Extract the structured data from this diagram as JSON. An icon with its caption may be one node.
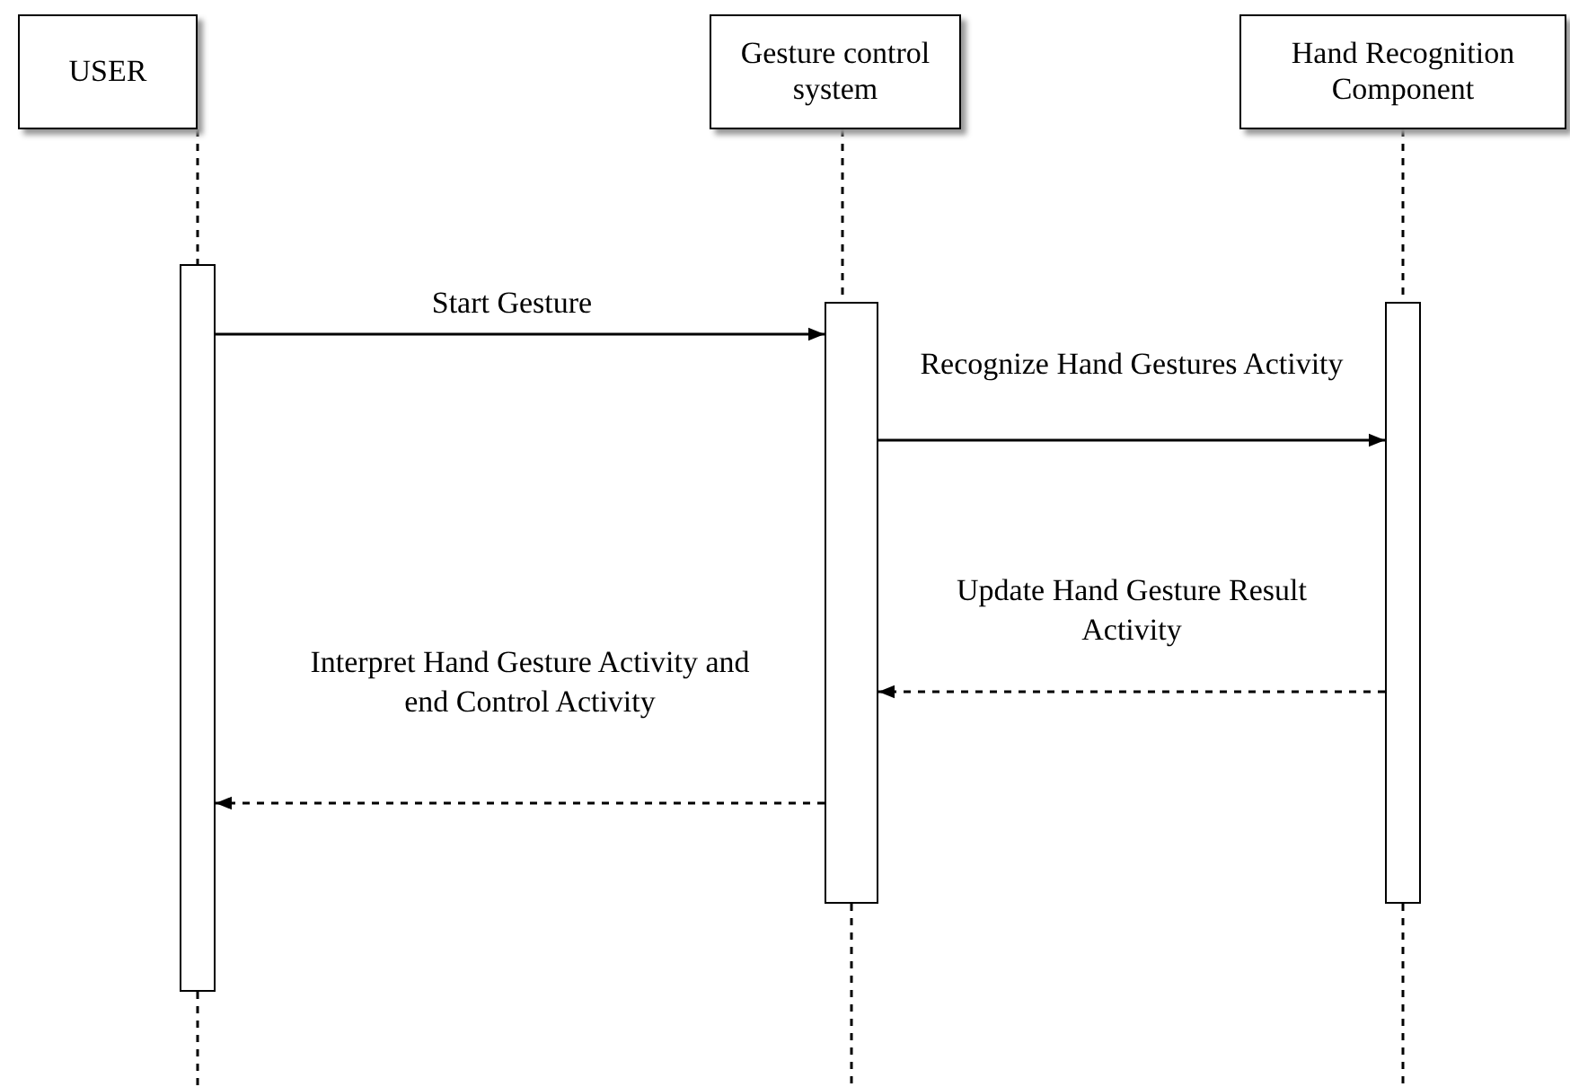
{
  "diagram": {
    "nodes": [
      {
        "text": [
          "USER"
        ]
      },
      {
        "text": [
          "Gesture control system"
        ]
      },
      {
        "text": [
          "Hand Recognition Component"
        ]
      },
      {
        "text": [],
        "shape": "bar"
      },
      {
        "text": [],
        "shape": "bar"
      },
      {
        "text": [],
        "shape": "bar"
      }
    ],
    "edges": [
      {
        "from": 0,
        "to": 3,
        "arrow": "none",
        "style": "dashed"
      },
      {
        "from": 1,
        "to": 4,
        "arrow": "none",
        "style": "dashed"
      },
      {
        "from": 2,
        "to": 5,
        "arrow": "none",
        "style": "dashed"
      },
      {
        "from": 3,
        "to": 4,
        "arrow": "to",
        "label": "Start Gesture"
      },
      {
        "from": 4,
        "to": 5,
        "arrow": "to",
        "label": "Recognize Hand Gestures Activity"
      },
      {
        "from": 5,
        "to": 4,
        "arrow": "to",
        "style": "dashed",
        "label": "Update Hand Gesture Result Activity"
      },
      {
        "from": 4,
        "to": 3,
        "arrow": "to",
        "style": "dashed",
        "label": "Interpret Hand Gesture Activity and end Control Activity"
      }
    ]
  }
}
